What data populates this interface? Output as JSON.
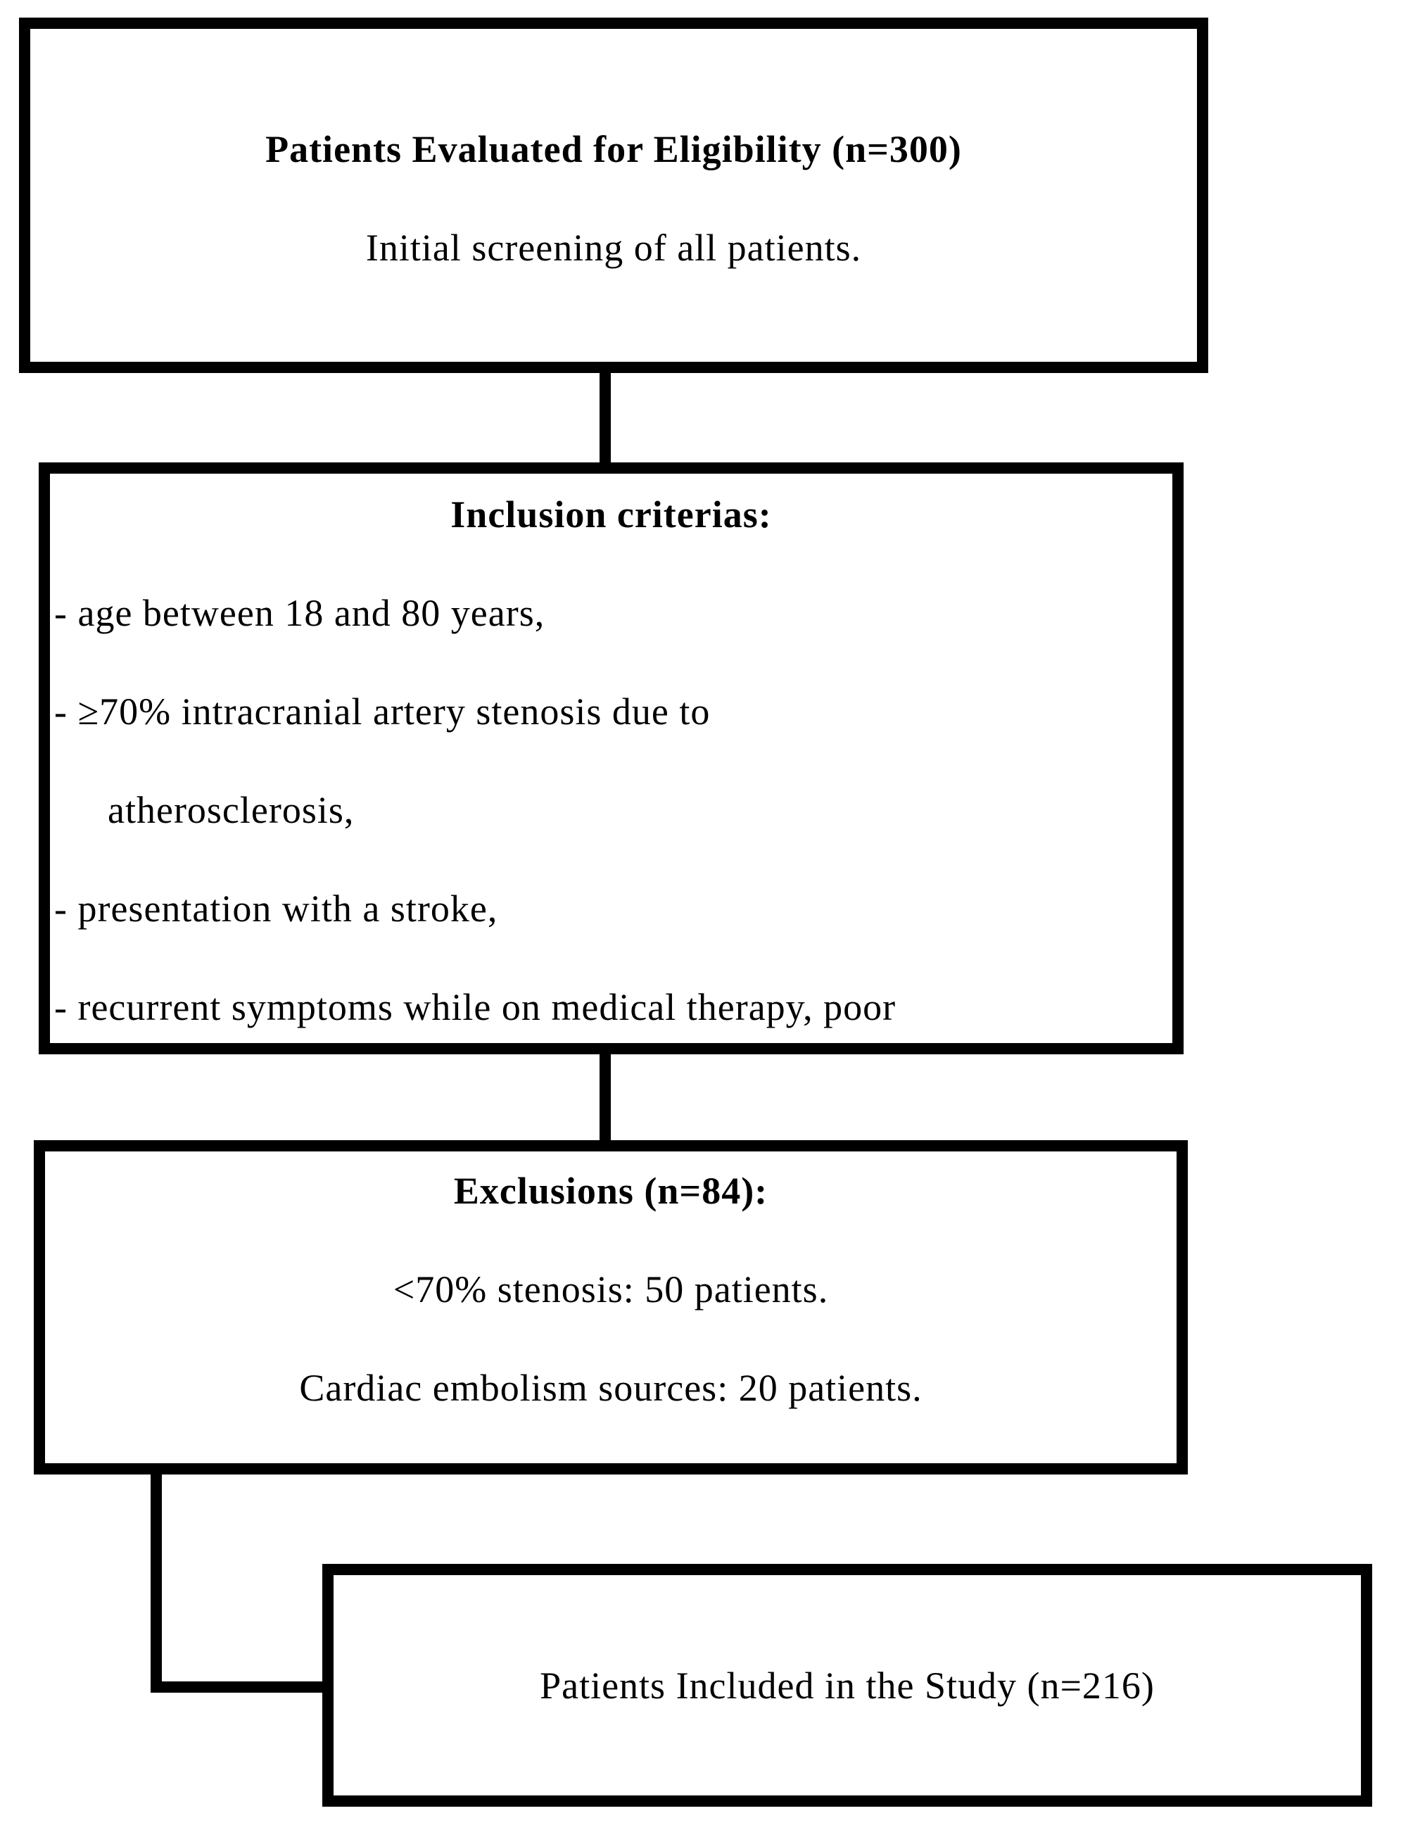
{
  "diagram": {
    "type": "flowchart",
    "background_color": "#ffffff",
    "stroke_color": "#000000"
  },
  "eligibility": {
    "title": "Patients Evaluated for Eligibility (n=300)",
    "subtitle": "Initial screening of all patients."
  },
  "inclusion": {
    "title": "Inclusion criterias:",
    "items": [
      "- age between 18 and 80 years,",
      "- ≥70% intracranial artery stenosis due to",
      "atherosclerosis,",
      "- presentation with a stroke,",
      "- recurrent symptoms while on medical therapy, poor"
    ]
  },
  "exclusions": {
    "title": "Exclusions (n=84):",
    "lines": [
      "<70% stenosis: 50 patients.",
      "Cardiac embolism sources: 20 patients."
    ]
  },
  "included": {
    "title": "Patients Included in the Study (n=216)"
  }
}
